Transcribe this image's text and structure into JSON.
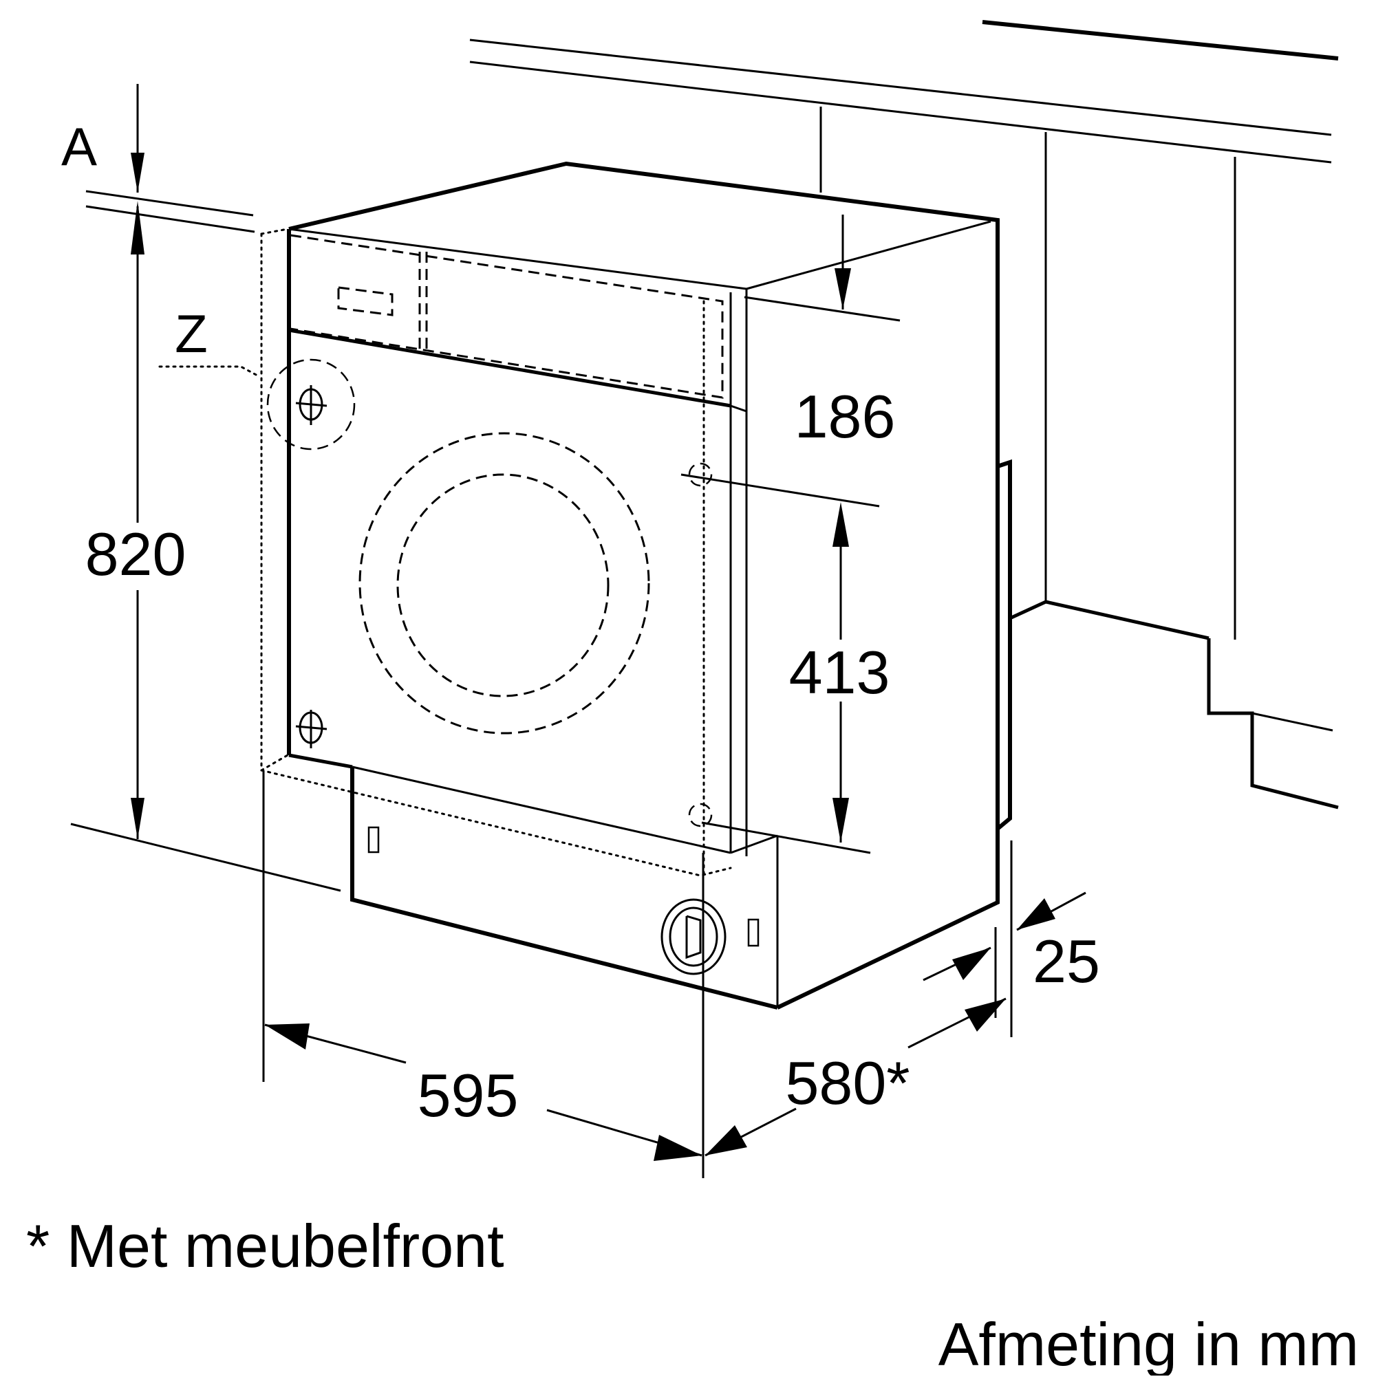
{
  "labels": {
    "A": "A",
    "Z": "Z",
    "height": "820",
    "top_offset": "186",
    "door_height": "413",
    "width": "595",
    "depth": "580*",
    "front_thickness": "25"
  },
  "footnote": "* Met meubelfront",
  "unit_note": "Afmeting in mm"
}
